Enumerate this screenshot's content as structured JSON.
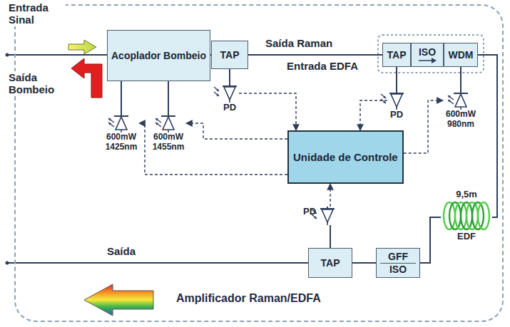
{
  "diagram": {
    "nodes": [
      {
        "text": [
          "Amplificador Raman/EDFA"
        ]
      },
      {
        "text": [
          "Acoplador Bombeio"
        ],
        "in": 0
      },
      {
        "text": [
          "TAP"
        ],
        "in": 0
      },
      {
        "text": [
          "PD"
        ],
        "in": 0
      },
      {
        "text": [
          "TAP"
        ],
        "in": 0
      },
      {
        "text": [
          "ISO"
        ],
        "in": 0
      },
      {
        "text": [
          "WDM"
        ],
        "in": 0
      },
      {
        "text": [
          "PD"
        ],
        "in": 0
      },
      {
        "text": [
          "600mW 1425nm"
        ],
        "in": 0
      },
      {
        "text": [
          "600mW 1455nm"
        ],
        "in": 0
      },
      {
        "text": [
          "600mW 980nm"
        ],
        "in": 0
      },
      {
        "text": [
          "Unidade de Controle"
        ],
        "in": 0
      },
      {
        "text": [
          "PD"
        ],
        "in": 0
      },
      {
        "text": [
          "TAP"
        ],
        "in": 0
      },
      {
        "text": [
          "GFF",
          "ISO"
        ],
        "in": 0
      },
      {
        "text": [
          "9,5m",
          "EDF"
        ],
        "in": 0
      }
    ],
    "edges": [
      {
        "from": 1,
        "to": 2,
        "arrow": "none"
      },
      {
        "from": 2,
        "to": 4,
        "arrow": "none"
      },
      {
        "from": 6,
        "to": 15,
        "arrow": "none"
      },
      {
        "from": 15,
        "to": 14,
        "arrow": "none"
      },
      {
        "from": 14,
        "to": 13,
        "arrow": "none"
      },
      {
        "from": 2,
        "to": 3,
        "arrow": "none"
      },
      {
        "from": 4,
        "to": 7,
        "arrow": "none"
      },
      {
        "from": 8,
        "to": 1,
        "arrow": "none"
      },
      {
        "from": 9,
        "to": 1,
        "arrow": "none"
      },
      {
        "from": 10,
        "to": 6,
        "arrow": "none"
      },
      {
        "from": 13,
        "to": 12,
        "arrow": "none"
      },
      {
        "from": 3,
        "to": 11,
        "arrow": "to"
      },
      {
        "from": 7,
        "to": 11,
        "arrow": "to"
      },
      {
        "from": 12,
        "to": 11,
        "arrow": "to"
      },
      {
        "from": 11,
        "to": 10,
        "arrow": "to"
      },
      {
        "from": 11,
        "to": 9,
        "arrow": "to"
      },
      {
        "from": 11,
        "to": 8,
        "arrow": "to"
      }
    ],
    "labels": [
      "Entrada Sinal",
      "Saída Bombeio",
      "Saída Raman",
      "Entrada EDFA",
      "Saída"
    ]
  }
}
